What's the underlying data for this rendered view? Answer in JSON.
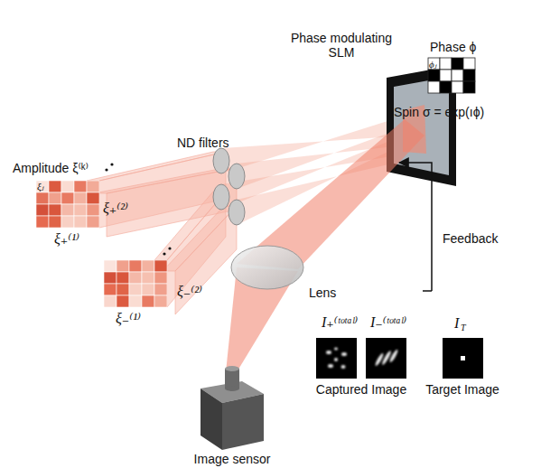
{
  "diagram": {
    "labels": [
      "Phase modulating SLM",
      "Phase ϕ",
      "ϕⱼ",
      "Spin σ = exp(ıϕ)",
      "ND filters",
      "Amplitude ξ⁽ᵏ⁾",
      "ξⱼ",
      "ξ₊⁽²⁾",
      "ξ₊⁽¹⁾",
      "ξ₋⁽²⁾",
      "ξ₋⁽¹⁾",
      "Feedback",
      "Lens",
      "I₊⁽ᵗᵒᵗᵃˡ⁾",
      "I₋⁽ᵗᵒᵗᵃˡ⁾",
      "I",
      "T",
      "Captured Image",
      "Target Image",
      "Image sensor"
    ]
  }
}
